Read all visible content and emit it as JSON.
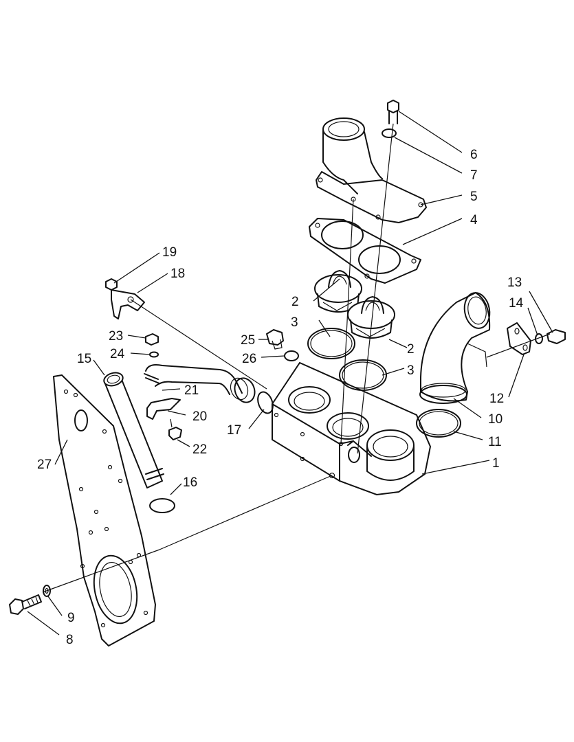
{
  "callouts": [
    {
      "id": "1",
      "label": "1"
    },
    {
      "id": "2a",
      "label": "2"
    },
    {
      "id": "2b",
      "label": "2"
    },
    {
      "id": "3a",
      "label": "3"
    },
    {
      "id": "3b",
      "label": "3"
    },
    {
      "id": "4",
      "label": "4"
    },
    {
      "id": "5",
      "label": "5"
    },
    {
      "id": "6",
      "label": "6"
    },
    {
      "id": "7",
      "label": "7"
    },
    {
      "id": "8",
      "label": "8"
    },
    {
      "id": "9",
      "label": "9"
    },
    {
      "id": "10",
      "label": "10"
    },
    {
      "id": "11",
      "label": "11"
    },
    {
      "id": "12",
      "label": "12"
    },
    {
      "id": "13",
      "label": "13"
    },
    {
      "id": "14",
      "label": "14"
    },
    {
      "id": "15",
      "label": "15"
    },
    {
      "id": "16",
      "label": "16"
    },
    {
      "id": "17",
      "label": "17"
    },
    {
      "id": "18",
      "label": "18"
    },
    {
      "id": "19",
      "label": "19"
    },
    {
      "id": "20",
      "label": "20"
    },
    {
      "id": "21",
      "label": "21"
    },
    {
      "id": "22",
      "label": "22"
    },
    {
      "id": "23",
      "label": "23"
    },
    {
      "id": "24",
      "label": "24"
    },
    {
      "id": "25",
      "label": "25"
    },
    {
      "id": "26",
      "label": "26"
    },
    {
      "id": "27",
      "label": "27"
    }
  ]
}
